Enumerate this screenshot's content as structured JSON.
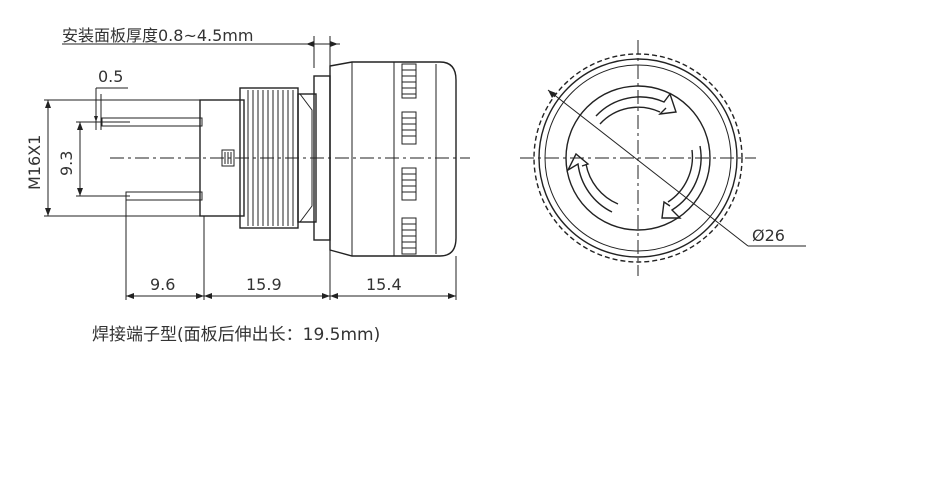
{
  "labels": {
    "panel_thickness": "安装面板厚度0.8~4.5mm",
    "gap": "0.5",
    "thread": "M16X1",
    "pin_spacing": "9.3",
    "dim_terminal": "9.6",
    "dim_body": "15.9",
    "dim_head": "15.4",
    "diameter": "Ø26"
  },
  "caption": "焊接端子型(面板后伸出长：19.5mm)"
}
